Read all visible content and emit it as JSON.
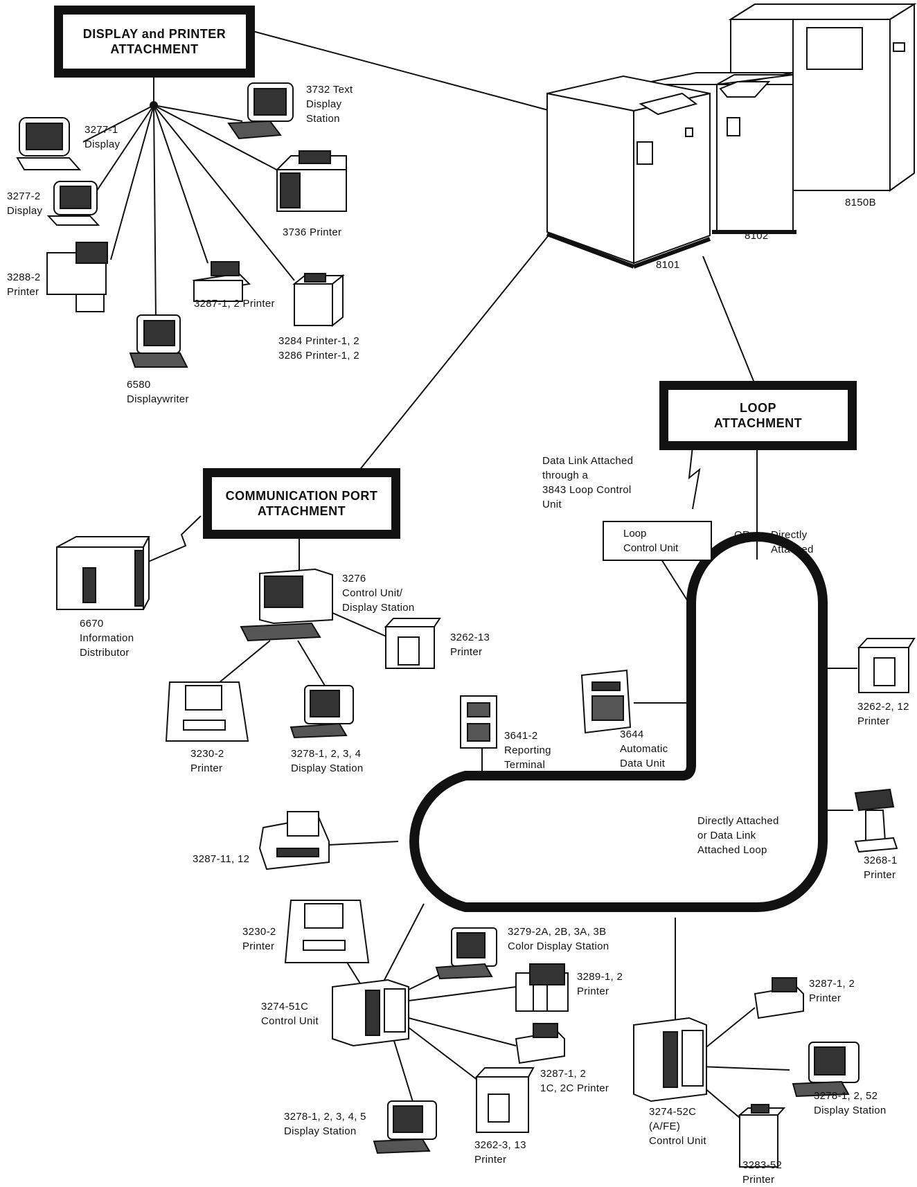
{
  "headings": {
    "display_printer": "DISPLAY and PRINTER\nATTACHMENT",
    "comm_port": "COMMUNICATION PORT\nATTACHMENT",
    "loop": "LOOP\nATTACHMENT"
  },
  "systems": {
    "s8101": "8101",
    "s8102": "8102",
    "s8150b": "8150B"
  },
  "display_devices": {
    "d3277_1": "3277-1\nDisplay",
    "d3277_2": "3277-2\nDisplay",
    "d3288_2": "3288-2\nPrinter",
    "d6580": "6580\nDisplaywriter",
    "d3287_12": "3287-1, 2 Printer",
    "d3284": "3284 Printer-1, 2\n3286 Printer-1, 2",
    "d3736": "3736 Printer",
    "d3732": "3732 Text\nDisplay\nStation"
  },
  "comm_devices": {
    "d6670": "6670\nInformation\nDistributor",
    "d3276": "3276\nControl Unit/\nDisplay Station",
    "d3262_13": "3262-13\nPrinter",
    "d3230_2": "3230-2\nPrinter",
    "d3278_1234": "3278-1, 2, 3, 4\nDisplay Station"
  },
  "loop_devices": {
    "data_link": "Data Link Attached\nthrough a\n3843 Loop Control\nUnit",
    "loop_control_unit": "Loop\nControl Unit",
    "or": "OR",
    "directly_attached": "Directly\nAttached",
    "d3262_2_12": "3262-2, 12\nPrinter",
    "d3644": "3644\nAutomatic\nData Unit",
    "d3641_2": "3641-2\nReporting\nTerminal",
    "loop_note": "Directly Attached\nor Data Link\nAttached Loop",
    "d3268_1": "3268-1\nPrinter",
    "d3287_11_12": "3287-11, 12"
  },
  "cu51_devices": {
    "d3230_2b": "3230-2\nPrinter",
    "d3279": "3279-2A, 2B, 3A, 3B\nColor Display Station",
    "d3289": "3289-1, 2\nPrinter",
    "d3274_51c": "3274-51C\nControl Unit",
    "d3287_1c": "3287-1, 2\n1C, 2C Printer",
    "d3278_12345": "3278-1, 2, 3, 4, 5\nDisplay Station",
    "d3262_3_13": "3262-3, 13\nPrinter"
  },
  "cu52_devices": {
    "d3287_12b": "3287-1, 2\nPrinter",
    "d3274_52c": "3274-52C\n(A/FE)\nControl Unit",
    "d3278_1252": "3278-1, 2, 52\nDisplay Station",
    "d3283_52": "3283-52\nPrinter"
  }
}
